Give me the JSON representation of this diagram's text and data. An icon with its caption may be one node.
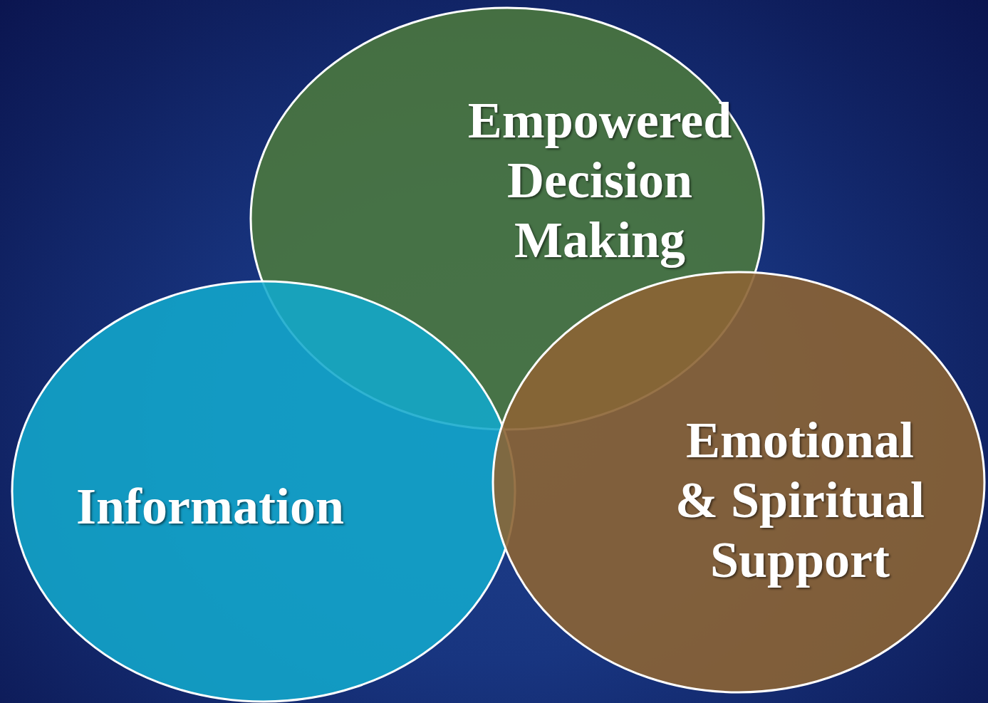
{
  "diagram": {
    "nodes": [
      {
        "text": [
          "Empowered Decision Making"
        ]
      },
      {
        "text": [
          "Information"
        ]
      },
      {
        "text": [
          "Emotional & Spiritual Support"
        ]
      }
    ],
    "edges": []
  }
}
